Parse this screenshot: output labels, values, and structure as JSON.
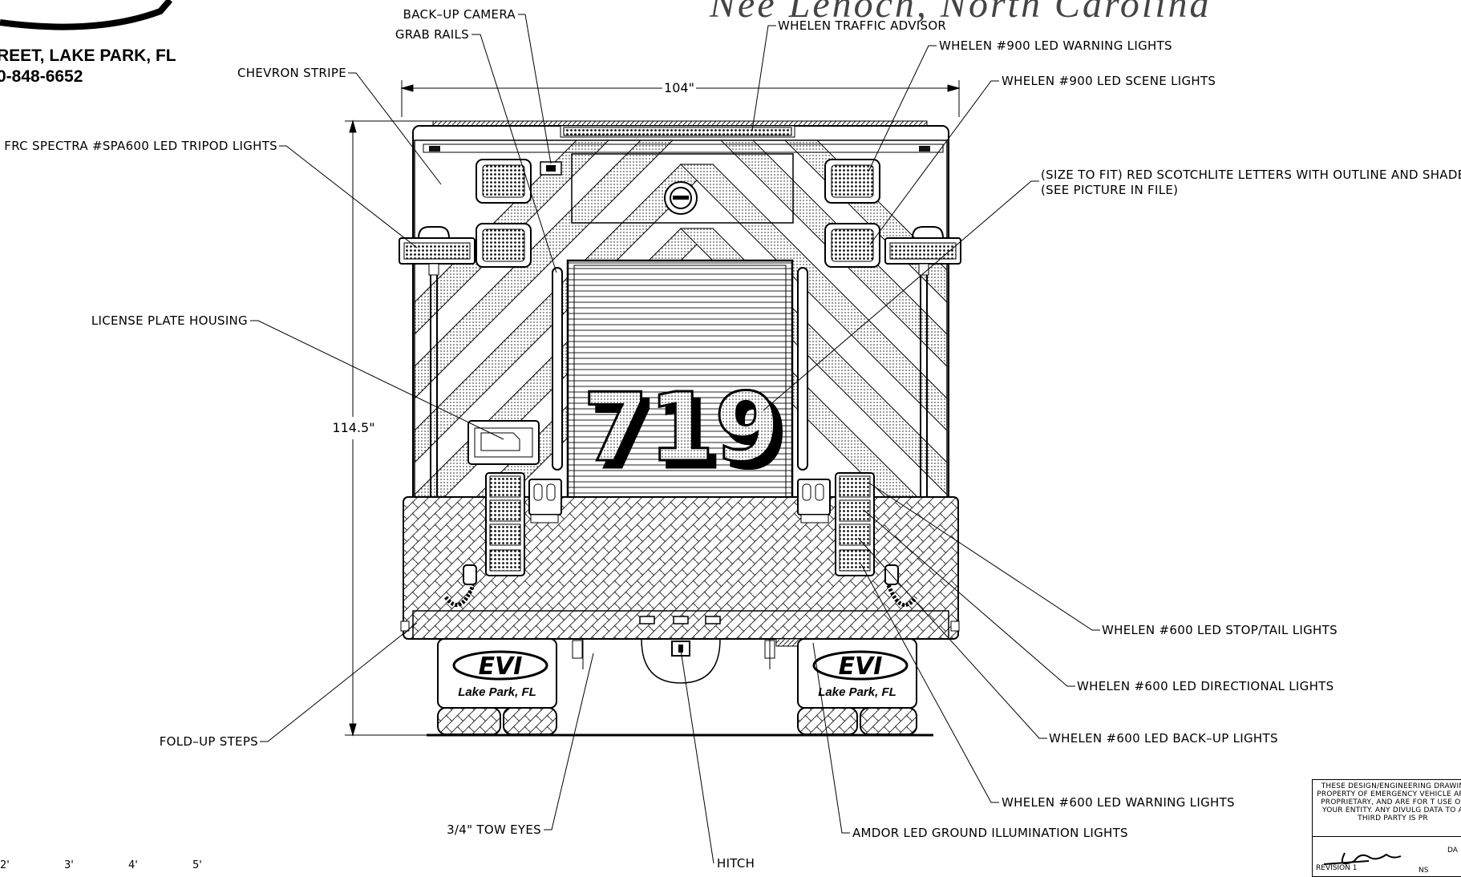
{
  "header": {
    "line1": "REET, LAKE PARK, FL",
    "line2": "0-848-6652",
    "title": "Nee Lenoch, North Carolina"
  },
  "unit_number": "719",
  "mudflap_text": "Lake Park, FL",
  "mudflap_logo": "EVI",
  "dimensions": {
    "width": "104\"",
    "height": "114.5\""
  },
  "callouts": {
    "backup_camera": "BACK–UP CAMERA",
    "grab_rails": "GRAB RAILS",
    "chevron_stripe": "CHEVRON STRIPE",
    "tripod_lights": "FRC SPECTRA #SPA600 LED TRIPOD LIGHTS",
    "license_plate": "LICENSE PLATE HOUSING",
    "fold_up_steps": "FOLD–UP STEPS",
    "tow_eyes": "3/4\" TOW EYES",
    "hitch": "HITCH",
    "traffic_advisor": "WHELEN TRAFFIC ADVISOR",
    "warning_900": "WHELEN #900 LED WARNING LIGHTS",
    "scene_900": "WHELEN #900 LED SCENE LIGHTS",
    "letters_1": "(SIZE TO FIT) RED SCOTCHLITE LETTERS WITH OUTLINE AND SHADE",
    "letters_2": "(SEE PICTURE IN FILE)",
    "stop_tail_600": "WHELEN #600 LED STOP/TAIL LIGHTS",
    "directional_600": "WHELEN #600 LED DIRECTIONAL LIGHTS",
    "backup_600": "WHELEN #600 LED BACK–UP LIGHTS",
    "warning_600": "WHELEN #600 LED WARNING LIGHTS",
    "ground_lights": "AMDOR LED GROUND ILLUMINATION LIGHTS"
  },
  "scale_labels": [
    "2'",
    "3'",
    "4'",
    "5'"
  ],
  "disclaimer": {
    "text": "THESE DESIGN/ENGINEERING DRAWIN PROPERTY OF EMERGENCY VEHICLE ARE PROPRIETARY, AND ARE FOR T USE OF YOUR ENTITY. ANY DIVULG DATA TO A THIRD PARTY IS PR",
    "revision": "REVISION 1",
    "date_label": "DA",
    "ns": "NS"
  }
}
